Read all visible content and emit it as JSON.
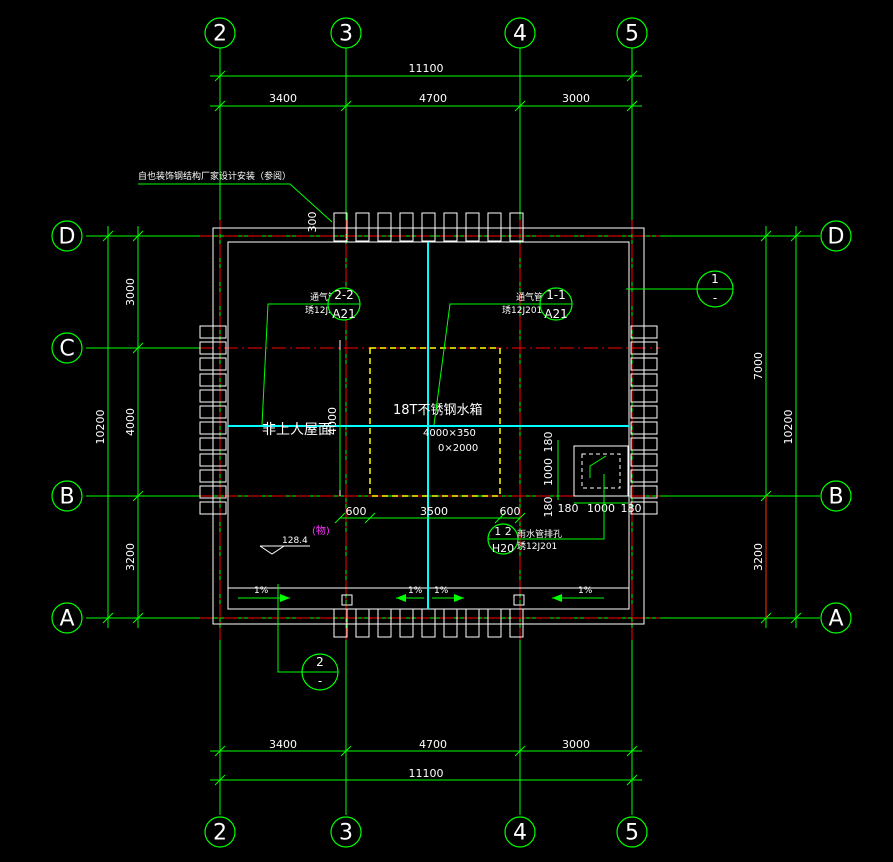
{
  "axes": {
    "vertical": [
      "2",
      "3",
      "4",
      "5"
    ],
    "horizontal": [
      "D",
      "C",
      "B",
      "A"
    ]
  },
  "dims": {
    "top_total": "11100",
    "top_spans": [
      "3400",
      "4700",
      "3000"
    ],
    "bottom_spans": [
      "3400",
      "4700",
      "3000"
    ],
    "bottom_total": "11100",
    "left_total": "10200",
    "left_spans": [
      "3000",
      "4000",
      "3200"
    ],
    "right_total": "10200",
    "right_spans": [
      "7000",
      "3200"
    ],
    "parapet": "300",
    "tank_offset": "4000",
    "tank_bottom": [
      "600",
      "3500",
      "600"
    ],
    "hatch_v": [
      "180",
      "1000",
      "180"
    ],
    "hatch_h": [
      "180",
      "1000",
      "180"
    ]
  },
  "labels": {
    "note": "自也装饰钢结构厂家设计安装（参阅）",
    "vent_left_name": "通气管",
    "vent_left_ref": "琇12J201",
    "vent_right_name": "通气管",
    "vent_right_ref": "琇12J201",
    "det_left_top": "2-2",
    "det_left_bot": "A21",
    "det_right_top": "1-1",
    "det_right_bot": "A21",
    "roof_text": "非上人屋面",
    "tank_title": "18T不锈钢水箱",
    "tank_size1": "4000×350",
    "tank_size2": "0×2000",
    "elev": "128.4",
    "elev_note": "(物)",
    "drain_top": "1 2",
    "drain_bot": "H20",
    "drain_name": "雨水管排孔",
    "drain_ref": "琇12J201",
    "slope": "1%",
    "sec1_top": "1",
    "sec1_bot": "-",
    "sec2_top": "2",
    "sec2_bot": "-"
  },
  "colors": {
    "grid": "#ff0000",
    "dimension": "#00ff00",
    "outline": "#ffffff",
    "centerline": "#00ffff",
    "tank": "#ffff00"
  }
}
